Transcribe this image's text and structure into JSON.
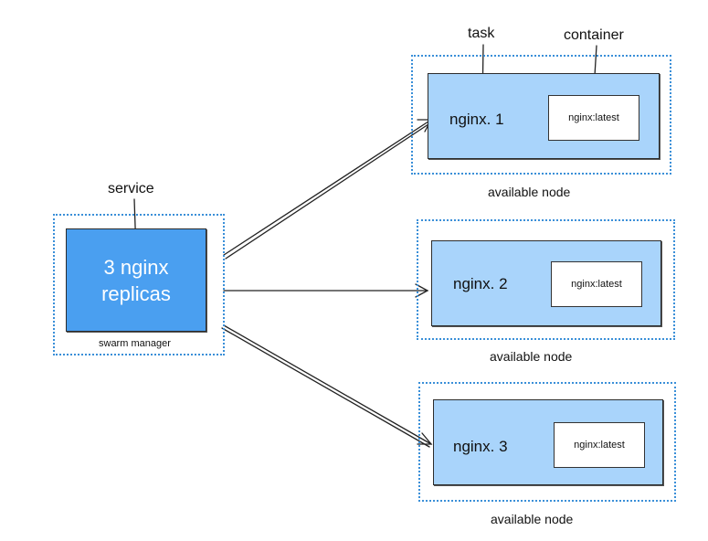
{
  "service": {
    "label": "service",
    "line1": "3 nginx",
    "line2": "replicas",
    "manager_label": "swarm manager"
  },
  "annotations": {
    "task": "task",
    "container": "container"
  },
  "nodes": [
    {
      "task": "nginx. 1",
      "container": "nginx:latest",
      "caption": "available node"
    },
    {
      "task": "nginx. 2",
      "container": "nginx:latest",
      "caption": "available node"
    },
    {
      "task": "nginx. 3",
      "container": "nginx:latest",
      "caption": "available node"
    }
  ],
  "colors": {
    "service_fill": "#4a9ff0",
    "task_fill": "#a9d4fb",
    "node_border": "#3a8fd8"
  }
}
